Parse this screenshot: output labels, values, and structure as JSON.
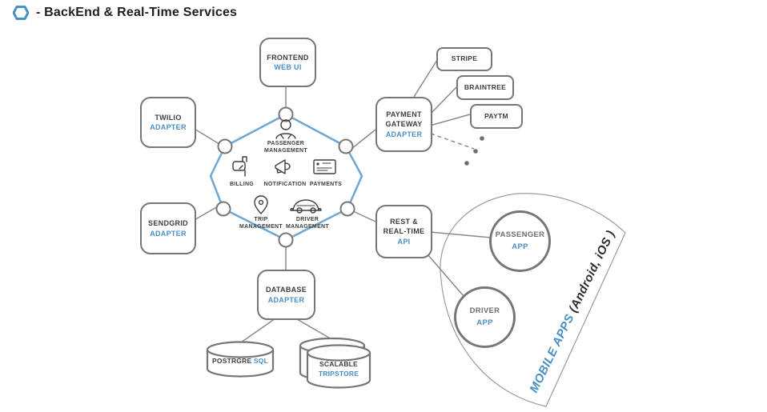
{
  "title": {
    "text": "- BackEnd & Real-Time Services",
    "icon": "hexagon-outline-icon"
  },
  "colors": {
    "accent_blue": "#4a8fc4",
    "hexagon_stroke": "#6fa7d2",
    "border_gray": "#767676",
    "text_dark": "#3d3d3d",
    "line_gray": "#8a8a8a"
  },
  "nodes": {
    "frontend": {
      "line1": "FRONTEND",
      "line2": "WEB UI"
    },
    "twilio": {
      "line1": "TWILIO",
      "line2": "ADAPTER"
    },
    "payment_gateway": {
      "line1": "PAYMENT",
      "line2": "GATEWAY",
      "line3": "ADAPTER"
    },
    "sendgrid": {
      "line1": "SENDGRID",
      "line2": "ADAPTER"
    },
    "rest_api": {
      "line1": "REST &",
      "line2": "REAL-TIME",
      "line3": "API"
    },
    "database": {
      "line1": "DATABASE",
      "line2": "ADAPTER"
    }
  },
  "hexagon": {
    "passenger_management": {
      "label1": "PASSENGER",
      "label2": "MANAGEMENT",
      "icon": "person-icon"
    },
    "billing": {
      "label": "BILLING",
      "icon": "mailbox-icon"
    },
    "notification": {
      "label": "NOTIFICATION",
      "icon": "megaphone-icon"
    },
    "payments": {
      "label": "PAYMENTS",
      "icon": "envelope-icon"
    },
    "trip_management": {
      "label1": "TRIP",
      "label2": "MANAGEMENT",
      "icon": "map-pin-icon"
    },
    "driver_management": {
      "label1": "DRIVER",
      "label2": "MANAGEMENT",
      "icon": "car-icon"
    }
  },
  "payment_providers": [
    {
      "label": "STRIPE"
    },
    {
      "label": "BRAINTREE"
    },
    {
      "label": "PAYTM"
    }
  ],
  "apps": {
    "passenger": {
      "line1": "PASSENGER",
      "line2": "APP"
    },
    "driver": {
      "line1": "DRIVER",
      "line2": "APP"
    }
  },
  "mobile_apps": {
    "highlight": "MOBILE APPS",
    "suffix": " (Android, iOS )"
  },
  "databases": {
    "postgres": {
      "dark": "POSTRGRE",
      "blue": " SQL"
    },
    "tripstore": {
      "line1": "SCALABLE",
      "line2": "TRIPSTORE"
    }
  }
}
